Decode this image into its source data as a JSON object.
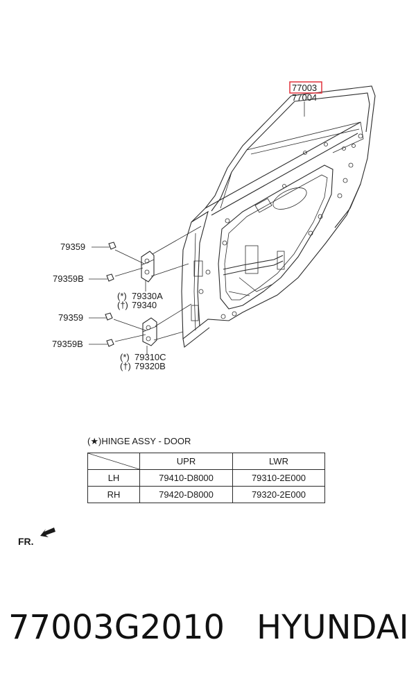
{
  "diagram": {
    "labels": {
      "door_part_selected": "77003",
      "door_part_alt": "77004",
      "upper_bolt": "79359",
      "upper_bolt_b": "79359B",
      "upper_hinge_a": "79330A",
      "upper_hinge_b": "79340",
      "lower_bolt": "79359",
      "lower_bolt_b": "79359B",
      "lower_hinge_a": "79310C",
      "lower_hinge_b": "79320B",
      "upper_hinge_a_mark": "(*)",
      "upper_hinge_b_mark": "(†)",
      "lower_hinge_a_mark": "(*)",
      "lower_hinge_b_mark": "(†)"
    },
    "highlight_color": "#e0303a"
  },
  "hinge_table": {
    "title": "(★)HINGE ASSY - DOOR",
    "columns": [
      "",
      "UPR",
      "LWR"
    ],
    "rows": [
      {
        "side": "LH",
        "upr": "79410-D8000",
        "lwr": "79310-2E000"
      },
      {
        "side": "RH",
        "upr": "79420-D8000",
        "lwr": "79320-2E000"
      }
    ]
  },
  "direction": {
    "label": "FR."
  },
  "footer": {
    "part_number": "77003G2010",
    "brand": "HYUNDAI"
  }
}
